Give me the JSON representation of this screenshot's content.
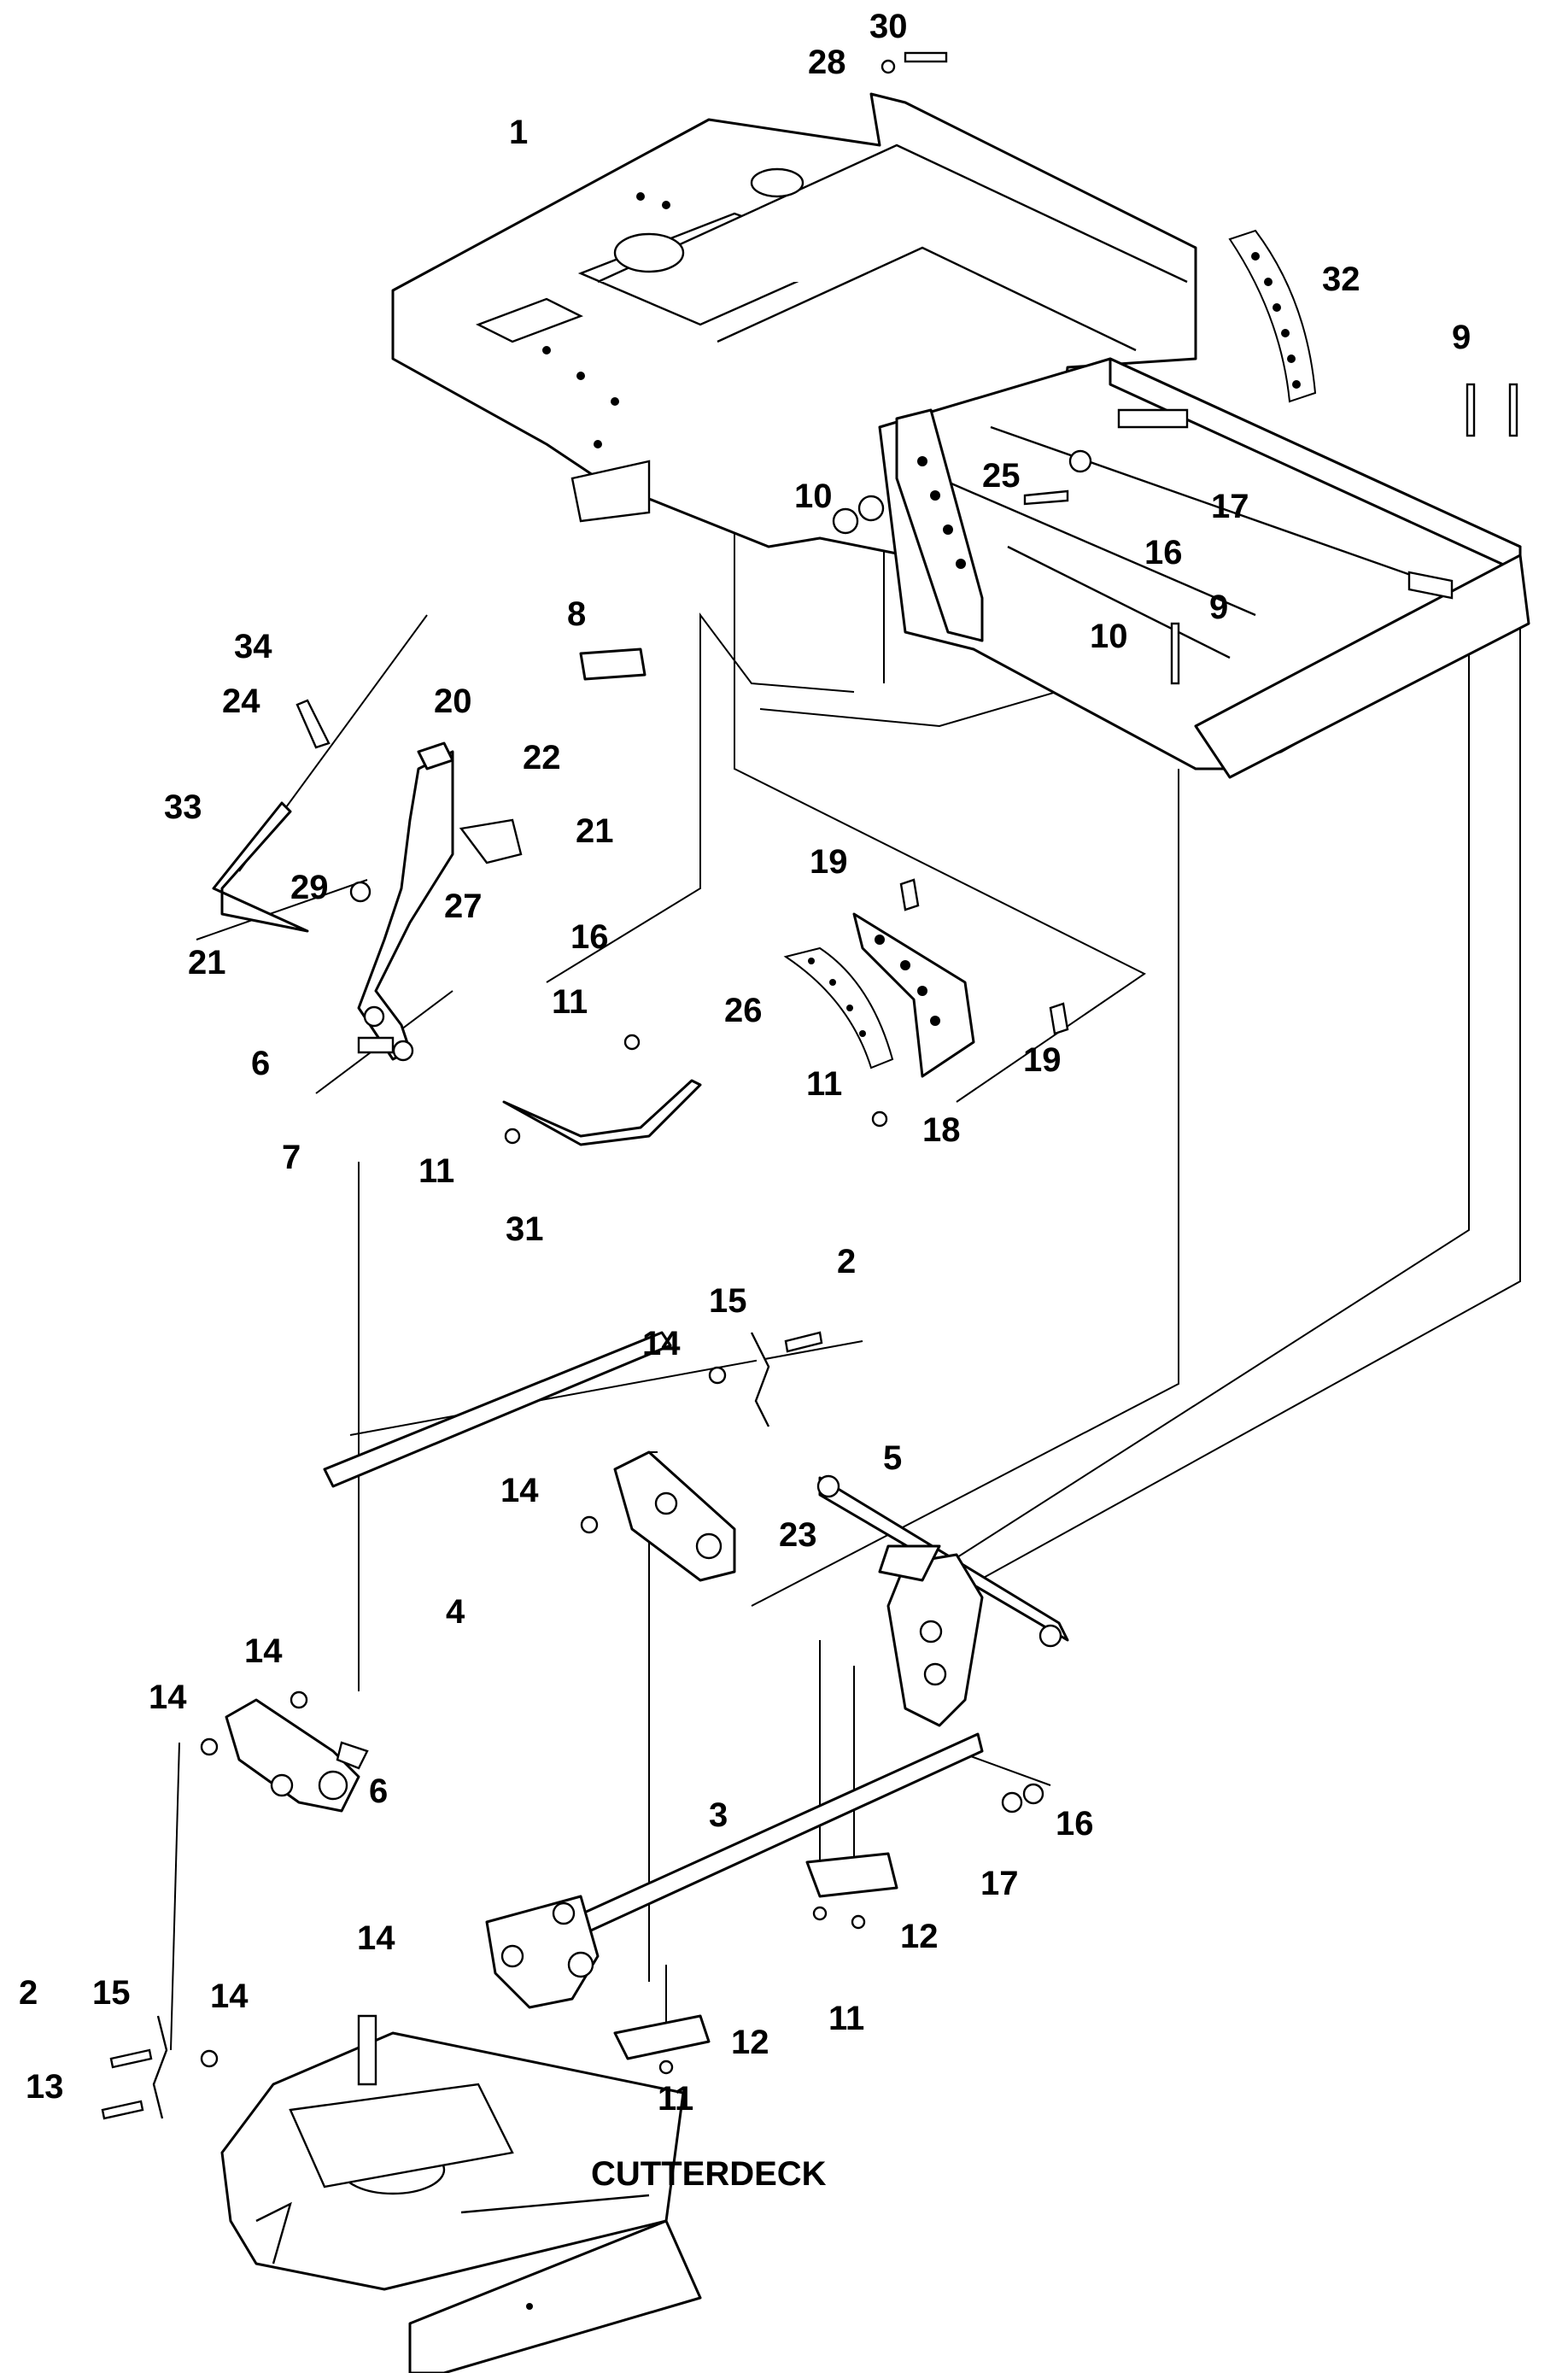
{
  "diagram": {
    "callouts": [
      "1",
      "2",
      "3",
      "4",
      "5",
      "6",
      "7",
      "8",
      "9",
      "10",
      "11",
      "12",
      "13",
      "14",
      "15",
      "16",
      "17",
      "18",
      "19",
      "20",
      "21",
      "22",
      "23",
      "24",
      "25",
      "26",
      "27",
      "28",
      "29",
      "30",
      "31",
      "32",
      "33",
      "34"
    ],
    "assembly_label": "CUTTERDECK"
  }
}
